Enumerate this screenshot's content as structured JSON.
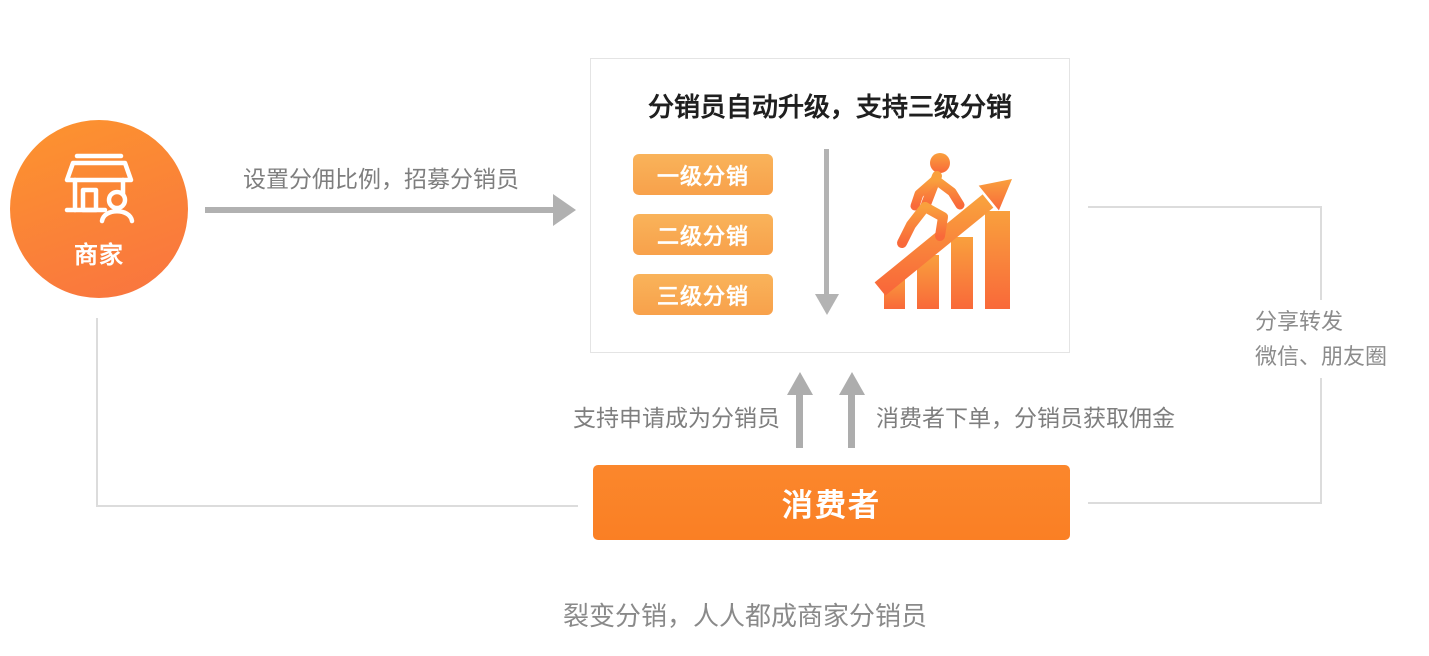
{
  "merchant": {
    "label": "商家",
    "icon": "storefront-icon"
  },
  "flow_arrow": {
    "label": "设置分佣比例，招募分销员",
    "direction": "right"
  },
  "upgrade_box": {
    "title": "分销员自动升级，支持三级分销",
    "levels": [
      {
        "label": "一级分销"
      },
      {
        "label": "二级分销"
      },
      {
        "label": "三级分销"
      }
    ],
    "icon": "growth-climb-icon"
  },
  "share_note": {
    "line1": "分享转发",
    "line2": "微信、朋友圈"
  },
  "apply_flow": {
    "label": "支持申请成为分销员",
    "direction": "up"
  },
  "order_flow": {
    "label": "消费者下单，分销员获取佣金",
    "direction": "up"
  },
  "consumer": {
    "label": "消费者"
  },
  "caption": {
    "text": "裂变分销，人人都成商家分销员"
  },
  "colors": {
    "brand_orange": "#fa8128",
    "circle_gradient_top": "#fc9130",
    "circle_gradient_bottom": "#f9753f",
    "chip_orange": "#f9a84f",
    "arrow_gray": "#b1b1b1",
    "line_gray": "#dcdcdc",
    "text_gray": "#7e7e7e",
    "title_dark": "#1f1f1f"
  }
}
